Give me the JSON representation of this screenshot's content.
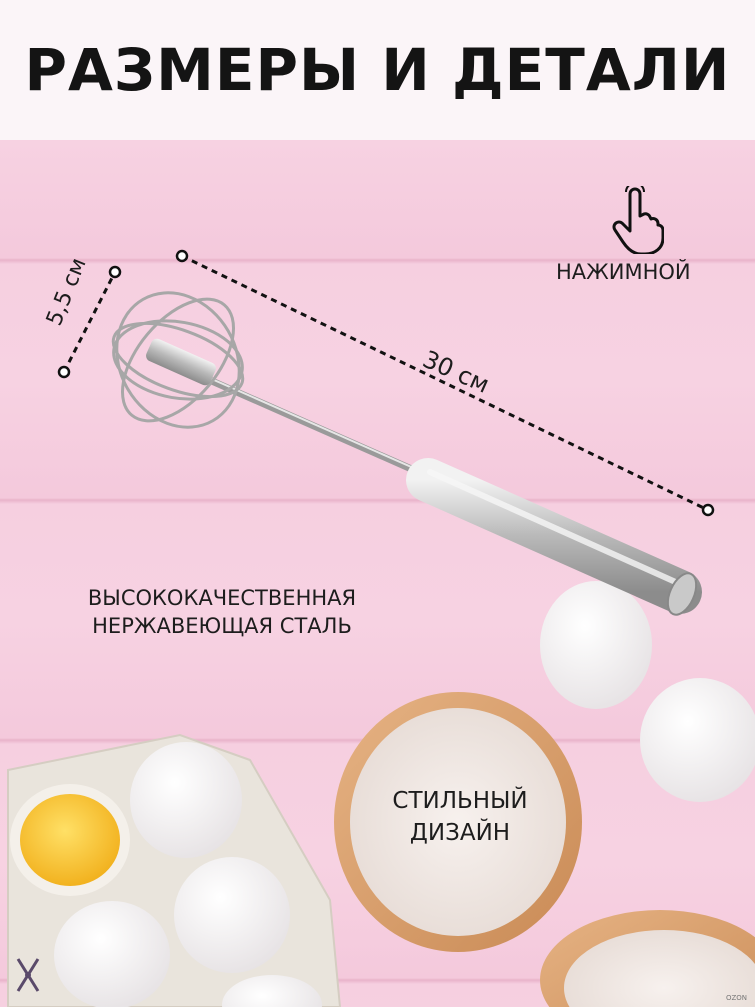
{
  "header": {
    "title": "РАЗМЕРЫ И ДЕТАЛИ"
  },
  "features": {
    "press_label": "НАЖИМНОЙ",
    "material_line1": "ВЫСОКОКАЧЕСТВЕННАЯ",
    "material_line2": "НЕРЖАВЕЮЩАЯ СТАЛЬ",
    "design_line1": "СТИЛЬНЫЙ",
    "design_line2": "ДИЗАЙН"
  },
  "dimensions": {
    "length": "30 см",
    "width": "5,5 см"
  },
  "watermark": "OZON",
  "icons": {
    "press": "pointing-hand-icon",
    "brand": "brand-logo-icon"
  },
  "colors": {
    "background": "#f6cfe0",
    "header": "#fbf5f8",
    "text": "#141414"
  }
}
